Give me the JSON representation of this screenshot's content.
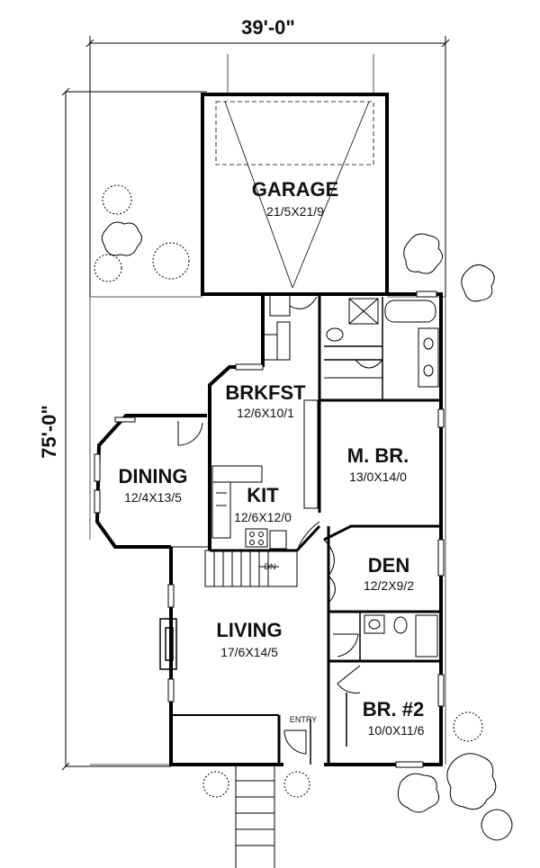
{
  "plan": {
    "overall_width": "39'-0\"",
    "overall_depth": "75'-0\""
  },
  "rooms": {
    "garage": {
      "name": "GARAGE",
      "size": "21/5X21/9"
    },
    "brkfst": {
      "name": "BRKFST",
      "size": "12/6X10/1"
    },
    "dining": {
      "name": "DINING",
      "size": "12/4X13/5"
    },
    "kit": {
      "name": "KIT",
      "size": "12/6X12/0"
    },
    "mbr": {
      "name": "M. BR.",
      "size": "13/0X14/0"
    },
    "den": {
      "name": "DEN",
      "size": "12/2X9/2"
    },
    "living": {
      "name": "LIVING",
      "size": "17/6X14/5"
    },
    "br2": {
      "name": "BR. #2",
      "size": "10/0X11/6"
    }
  },
  "labels": {
    "entry": "ENTRY",
    "stair_dn": "DN"
  }
}
